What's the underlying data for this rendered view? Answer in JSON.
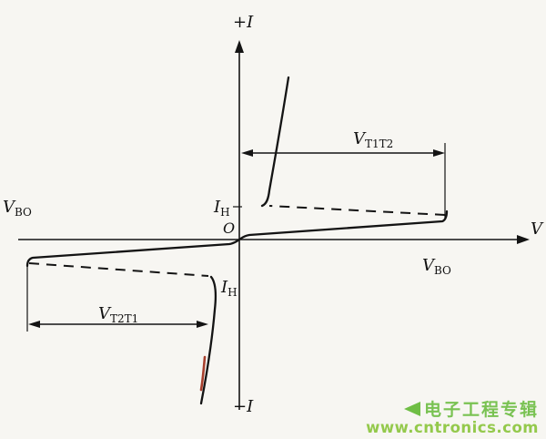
{
  "figure": {
    "axes": {
      "top_label": "+I",
      "bottom_label": "−I",
      "right_label": "V",
      "origin_label": "O"
    },
    "breakover": {
      "left": {
        "main": "V",
        "sub": "BO"
      },
      "right": {
        "main": "V",
        "sub": "BO"
      }
    },
    "holding_current": {
      "top": {
        "main": "I",
        "sub": "H"
      },
      "bottom": {
        "main": "I",
        "sub": "H"
      }
    },
    "dimension_top": {
      "main": "V",
      "sub": "T1T2"
    },
    "dimension_bottom": {
      "main": "V",
      "sub": "T2T1"
    }
  },
  "watermark": {
    "brand": "电子工程专辑",
    "url": "www.cntronics.com",
    "brand_color": "#6fbe45",
    "url_color": "#8cc63e"
  }
}
